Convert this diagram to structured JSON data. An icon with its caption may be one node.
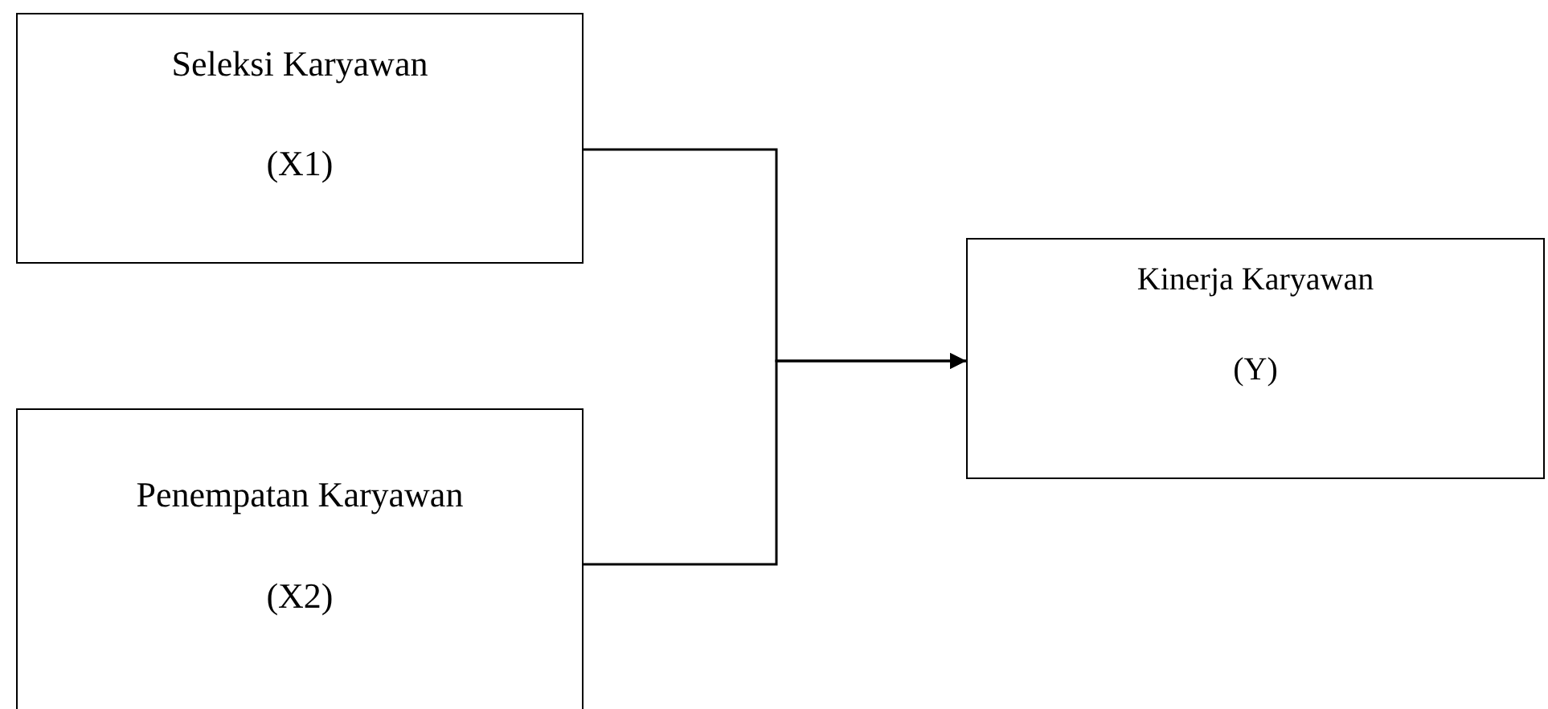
{
  "diagram": {
    "nodes": [
      {
        "text": [
          "Seleksi Karyawan",
          "(X1)"
        ]
      },
      {
        "text": [
          "Penempatan Karyawan",
          "(X2)"
        ]
      },
      {
        "text": [
          "Kinerja Karyawan",
          "(Y)"
        ]
      }
    ],
    "edges": [
      {
        "from": 0,
        "to": 2,
        "arrow": "to"
      },
      {
        "from": 1,
        "to": 2,
        "arrow": "to"
      }
    ]
  }
}
